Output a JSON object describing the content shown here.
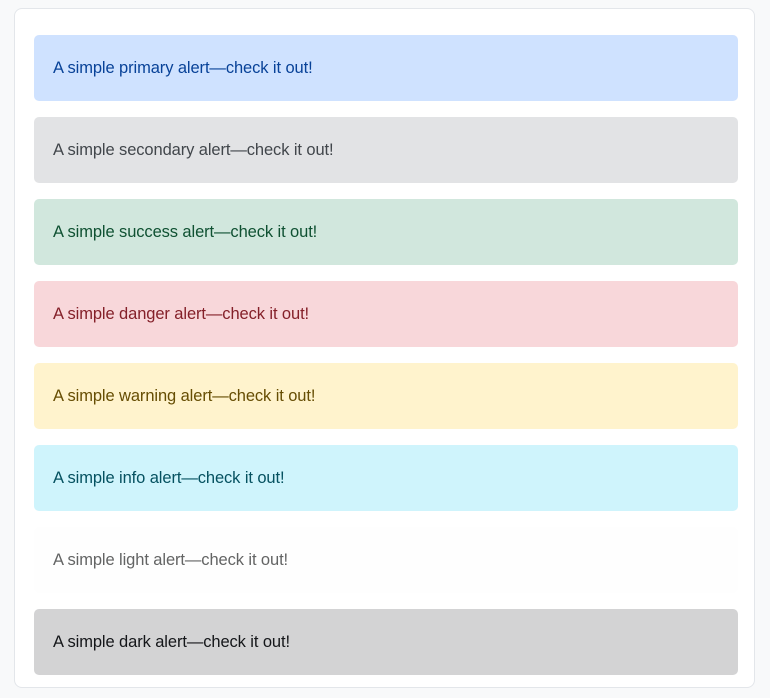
{
  "page": {
    "background_color": "#f8f9fa",
    "card_background_color": "#ffffff",
    "card_border_color": "#e3e6ea"
  },
  "alerts": [
    {
      "variant": "primary",
      "text": "A simple primary alert—check it out!",
      "background_color": "#cfe2ff",
      "text_color": "#084298"
    },
    {
      "variant": "secondary",
      "text": "A simple secondary alert—check it out!",
      "background_color": "#e2e3e5",
      "text_color": "#41464b"
    },
    {
      "variant": "success",
      "text": "A simple success alert—check it out!",
      "background_color": "#d1e7dd",
      "text_color": "#0f5132"
    },
    {
      "variant": "danger",
      "text": "A simple danger alert—check it out!",
      "background_color": "#f8d7da",
      "text_color": "#842029"
    },
    {
      "variant": "warning",
      "text": "A simple warning alert—check it out!",
      "background_color": "#fff3cd",
      "text_color": "#664d03"
    },
    {
      "variant": "info",
      "text": "A simple info alert—check it out!",
      "background_color": "#cff4fc",
      "text_color": "#055160"
    },
    {
      "variant": "light",
      "text": "A simple light alert—check it out!",
      "background_color": "#fefefe",
      "text_color": "#636464"
    },
    {
      "variant": "dark",
      "text": "A simple dark alert—check it out!",
      "background_color": "#d3d3d4",
      "text_color": "#141619"
    }
  ]
}
